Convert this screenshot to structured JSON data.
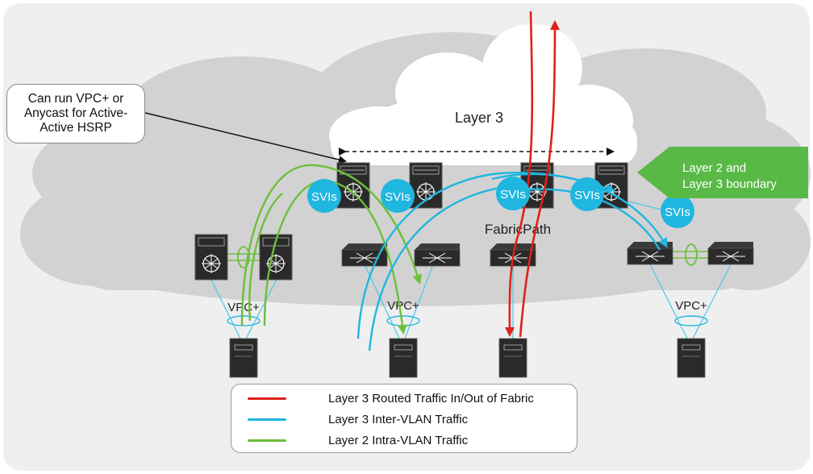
{
  "callout": {
    "text": "Can run VPC+ or Anycast for Active-Active HSRP"
  },
  "boundary_arrow": {
    "line1": "Layer 2 and",
    "line2": "Layer 3 boundary"
  },
  "labels": {
    "layer3": "Layer 3",
    "fabricpath": "FabricPath",
    "svi": "SVIs",
    "vpc": "VPC+"
  },
  "legend": [
    {
      "text": "Layer 3 Routed Traffic In/Out of Fabric",
      "color": "#e0201c"
    },
    {
      "text": "Layer 3 Inter-VLAN Traffic",
      "color": "#1fb6e0"
    },
    {
      "text": "Layer 2 Intra-VLAN Traffic",
      "color": "#6cbf3b"
    }
  ],
  "colors": {
    "cloud_grey": "#d2d2d2",
    "background": "#efefef",
    "switch": "#2a2a2a",
    "svi_badge": "#1fb6e0",
    "boundary_arrow": "#59b947"
  },
  "icons": [
    "spine-switch-icon",
    "leaf-switch-icon",
    "server-icon",
    "svi-badge-icon",
    "vpc-peer-link-icon"
  ]
}
